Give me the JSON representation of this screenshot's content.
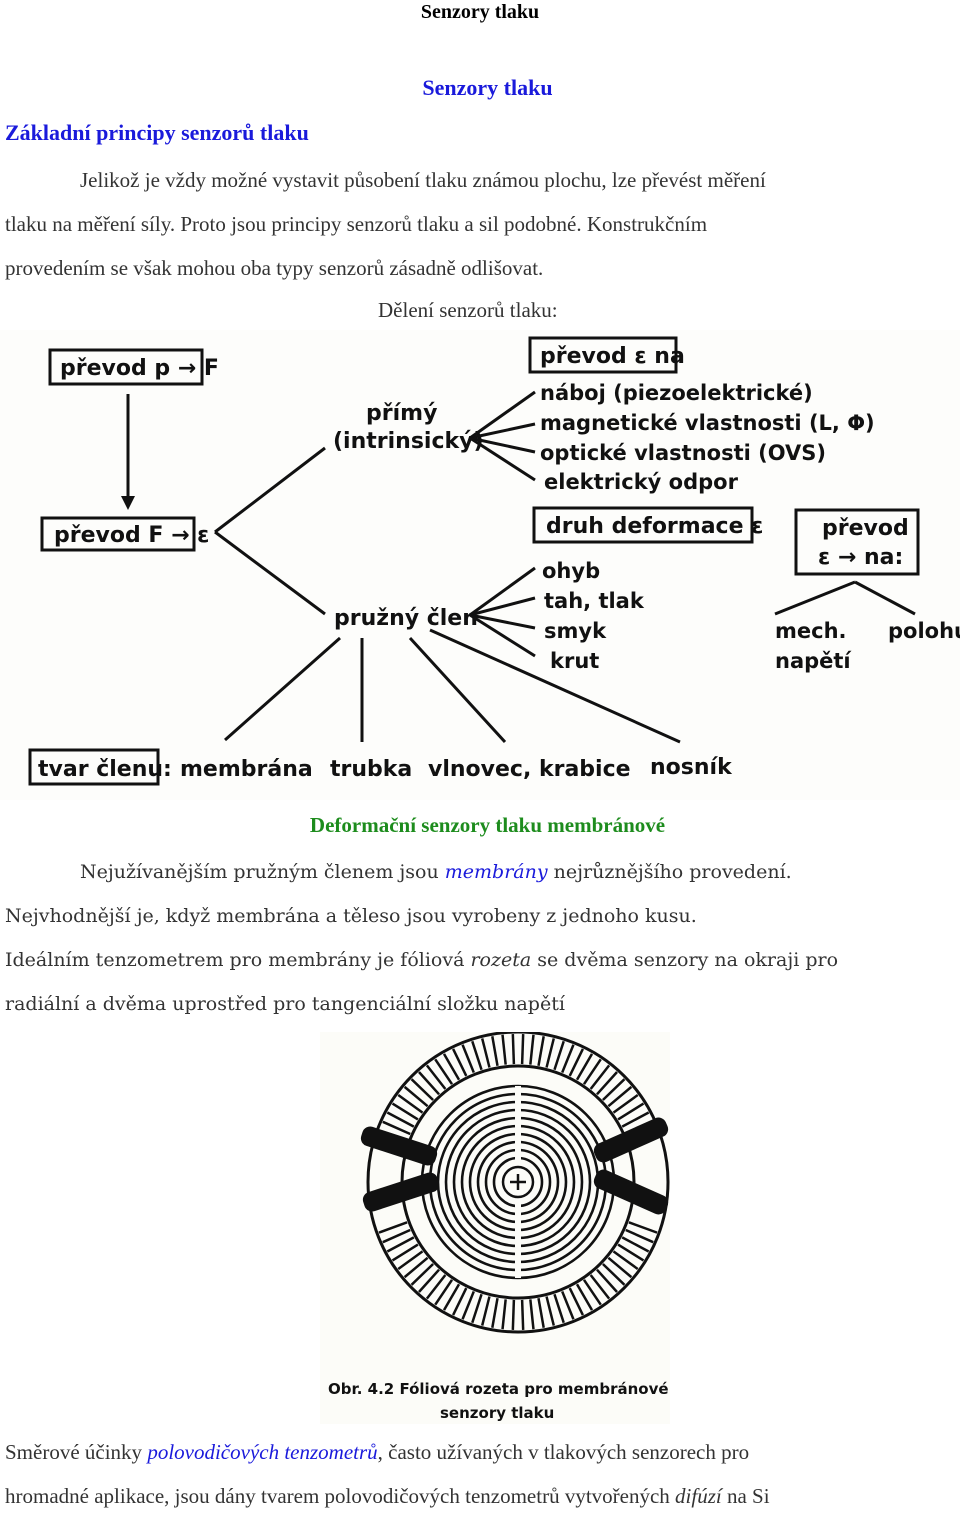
{
  "running_header": "Senzory tlaku",
  "title": "Senzory tlaku",
  "section1": {
    "heading": "Základní principy senzorů tlaku",
    "line1": "Jelikož je vždy možné vystavit působení tlaku známou plochu, lze převést měření",
    "line2": "tlaku na měření síly. Proto jsou principy senzorů tlaku a sil podobné. Konstrukčním",
    "line3": "provedením se však mohou oba typy senzorů zásadně odlišovat."
  },
  "diagram1": {
    "caption": "Dělení senzorů tlaku:",
    "box_prevod_pF": "převod p → F",
    "box_prevod_Fe": "převod F → ε",
    "box_prevod_e_na": "převod ε na",
    "primy_1": "přímý",
    "primy_2": "(intrinsický)",
    "primy_items": [
      "náboj (piezoelektrické)",
      "magnetické vlastnosti (L, Φ)",
      "optické vlastnosti (OVS)",
      "elektrický odpor"
    ],
    "box_druh_deformace": "druh deformace ε",
    "pruzny_clen": "pružný člen",
    "deformace_items": [
      "ohyb",
      "tah, tlak",
      "smyk",
      "krut"
    ],
    "box_prevod2_1": "převod",
    "box_prevod2_2": "ε → na:",
    "mech_1": "mech.",
    "mech_2": "napětí",
    "polohu": "polohu",
    "box_tvar_clenu": "tvar členu:",
    "tvar_items": [
      "membrána",
      "trubka",
      "vlnovec, krabice",
      "nosník"
    ]
  },
  "section2": {
    "heading": "Deformační senzory tlaku membránové",
    "l1_a": "Nejužívanějším pružným členem jsou ",
    "l1_link": "membrány",
    "l1_b": " nejrůznějšího provedení.",
    "l2": "Nejvhodnější je, když membrána a těleso jsou vyrobeny z jednoho kusu.",
    "l3_a": "Ideálním tenzometrem pro membrány je fóliová ",
    "l3_it": "rozeta",
    "l3_b": " se dvěma senzory na okraji pro",
    "l4": "radiální a dvěma uprostřed pro tangenciální složku napětí"
  },
  "figure2": {
    "caption_1": "Obr. 4.2  Fóliová rozeta pro membránové",
    "caption_2": "senzory tlaku"
  },
  "section3": {
    "l1_a": "Směrové účinky ",
    "l1_link": "polovodičových tenzometrů",
    "l1_b": ", často užívaných v tlakových senzorech pro",
    "l2_a": "hromadné aplikace, jsou dány tvarem polovodičových tenzometrů vytvořených ",
    "l2_it": "difúzí",
    "l2_b": " na Si"
  }
}
